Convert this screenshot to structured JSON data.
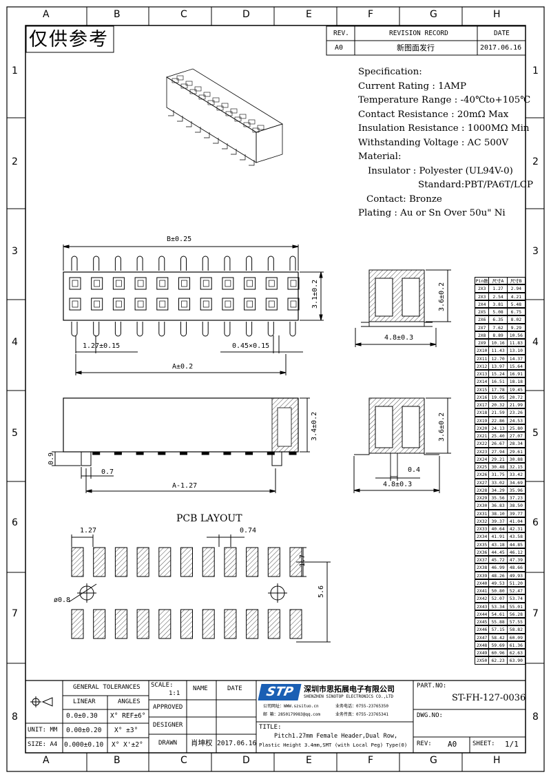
{
  "frame": {
    "col_letters": [
      "A",
      "B",
      "C",
      "D",
      "E",
      "F",
      "G",
      "H"
    ],
    "row_numbers": [
      "1",
      "2",
      "3",
      "4",
      "5",
      "6",
      "7",
      "8"
    ]
  },
  "stamp": "仅供参考",
  "revision": {
    "rev_header": "REV.",
    "record_header": "REVISION RECORD",
    "date_header": "DATE",
    "rev": "A0",
    "record": "新图面发行",
    "date": "2017.06.16"
  },
  "specification": {
    "title": "Specification:",
    "lines": [
      "Current Rating : 1AMP",
      "Temperature Range : -40℃to+105℃",
      "Contact Resistance : 20mΩ Max",
      "Insulation Resistance : 1000MΩ Min",
      "Withstanding Voltage : AC 500V",
      "Material:",
      "Insulator : Polyester (UL94V-0)",
      "Standard:PBT/PA6T/LCP",
      "Contact: Bronze",
      "Plating : Au or Sn Over 50u\" Ni"
    ]
  },
  "dims": {
    "b": "B±0.25",
    "h31": "3.1±0.2",
    "pitch": "1.27±0.15",
    "pin": "0.45×0.15",
    "a": "A±0.2",
    "h36a": "3.6±0.2",
    "w48a": "4.8±0.3",
    "h34": "3.4±0.2",
    "d09": "0.9",
    "d07": "0.7",
    "a127": "A-1.27",
    "h36b": "3.6±0.2",
    "d04": "0.4",
    "w48b": "4.8±0.3",
    "pcb_title": "PCB LAYOUT",
    "p127": "1.27",
    "p074": "0.74",
    "p17": "1.7",
    "p56": "5.6",
    "hole": "ø0.8"
  },
  "dim_table": {
    "headers": [
      "Pin数",
      "尺寸A",
      "尺寸B"
    ],
    "rows": [
      [
        "2X3",
        "1.27",
        "2.94"
      ],
      [
        "2X3",
        "2.54",
        "4.21"
      ],
      [
        "2X4",
        "3.81",
        "5.48"
      ],
      [
        "2X5",
        "5.08",
        "6.75"
      ],
      [
        "2X6",
        "6.35",
        "8.02"
      ],
      [
        "2X7",
        "7.62",
        "9.29"
      ],
      [
        "2X8",
        "8.89",
        "10.56"
      ],
      [
        "2X9",
        "10.16",
        "11.83"
      ],
      [
        "2X10",
        "11.43",
        "13.10"
      ],
      [
        "2X11",
        "12.70",
        "14.37"
      ],
      [
        "2X12",
        "13.97",
        "15.64"
      ],
      [
        "2X13",
        "15.24",
        "16.91"
      ],
      [
        "2X14",
        "16.51",
        "18.18"
      ],
      [
        "2X15",
        "17.78",
        "19.45"
      ],
      [
        "2X16",
        "19.05",
        "20.72"
      ],
      [
        "2X17",
        "20.32",
        "21.99"
      ],
      [
        "2X18",
        "21.59",
        "23.26"
      ],
      [
        "2X19",
        "22.86",
        "24.53"
      ],
      [
        "2X20",
        "24.13",
        "25.80"
      ],
      [
        "2X21",
        "25.40",
        "27.07"
      ],
      [
        "2X22",
        "26.67",
        "28.34"
      ],
      [
        "2X23",
        "27.94",
        "29.61"
      ],
      [
        "2X24",
        "29.21",
        "30.88"
      ],
      [
        "2X25",
        "30.48",
        "32.15"
      ],
      [
        "2X26",
        "31.75",
        "33.42"
      ],
      [
        "2X27",
        "33.02",
        "34.69"
      ],
      [
        "2X28",
        "34.29",
        "35.96"
      ],
      [
        "2X29",
        "35.56",
        "37.23"
      ],
      [
        "2X30",
        "36.83",
        "38.50"
      ],
      [
        "2X31",
        "38.10",
        "39.77"
      ],
      [
        "2X32",
        "39.37",
        "41.04"
      ],
      [
        "2X33",
        "40.64",
        "42.31"
      ],
      [
        "2X34",
        "41.91",
        "43.58"
      ],
      [
        "2X35",
        "43.18",
        "44.85"
      ],
      [
        "2X36",
        "44.45",
        "46.12"
      ],
      [
        "2X37",
        "45.72",
        "47.39"
      ],
      [
        "2X38",
        "46.99",
        "48.66"
      ],
      [
        "2X39",
        "48.26",
        "49.93"
      ],
      [
        "2X40",
        "49.53",
        "51.20"
      ],
      [
        "2X41",
        "50.80",
        "52.47"
      ],
      [
        "2X42",
        "52.07",
        "53.74"
      ],
      [
        "2X43",
        "53.34",
        "55.01"
      ],
      [
        "2X44",
        "54.61",
        "56.28"
      ],
      [
        "2X45",
        "55.88",
        "57.55"
      ],
      [
        "2X46",
        "57.15",
        "58.82"
      ],
      [
        "2X47",
        "58.42",
        "60.09"
      ],
      [
        "2X48",
        "59.69",
        "61.36"
      ],
      [
        "2X49",
        "60.96",
        "62.63"
      ],
      [
        "2X50",
        "62.23",
        "63.90"
      ]
    ]
  },
  "title_block": {
    "tol_header": "GENERAL TOLERANCES",
    "linear": "LINEAR",
    "angles": "ANGLES",
    "lin1": "0.0±0.30",
    "ang1": "X° REF±6°",
    "lin2": "0.00±0.20",
    "ang2": "X° ±3°",
    "lin3": "0.000±0.10",
    "ang3": "X° X'±2°",
    "unit": "UNIT: MM",
    "size": "SIZE: A4",
    "scale_label": "SCALE:",
    "scale": "1:1",
    "name": "NAME",
    "date": "DATE",
    "approved": "APPROVED",
    "designer": "DESIGNER",
    "drawn": "DRAWN",
    "drawn_name": "肖坤权",
    "drawn_date": "2017.06.16",
    "logo": "STP",
    "company_cn": "深圳市思拓展电子有限公司",
    "company_en": "SHENZHEN SINOTOP ELECTRONICS CO.,LTD",
    "contact1": "公司网址：WWW.szsituo.cn",
    "contact2": "邮 箱：2850179983@qq.com",
    "contact3": "业务电话：0755-23765350",
    "contact4": "业务传真：0755-23765341",
    "title_label": "TITLE:",
    "title_line1": "Pitch1.27mm Female Header,Dual Row,",
    "title_line2": "Plastic Height 3.4mm,SMT (with Local Peg) Type(0)",
    "part_label": "PART.NO:",
    "part_no": "ST-FH-127-0036",
    "dwg_label": "DWG.NO:",
    "rev_label": "REV:",
    "rev": "A0",
    "sheet_label": "SHEET:",
    "sheet": "1/1"
  }
}
